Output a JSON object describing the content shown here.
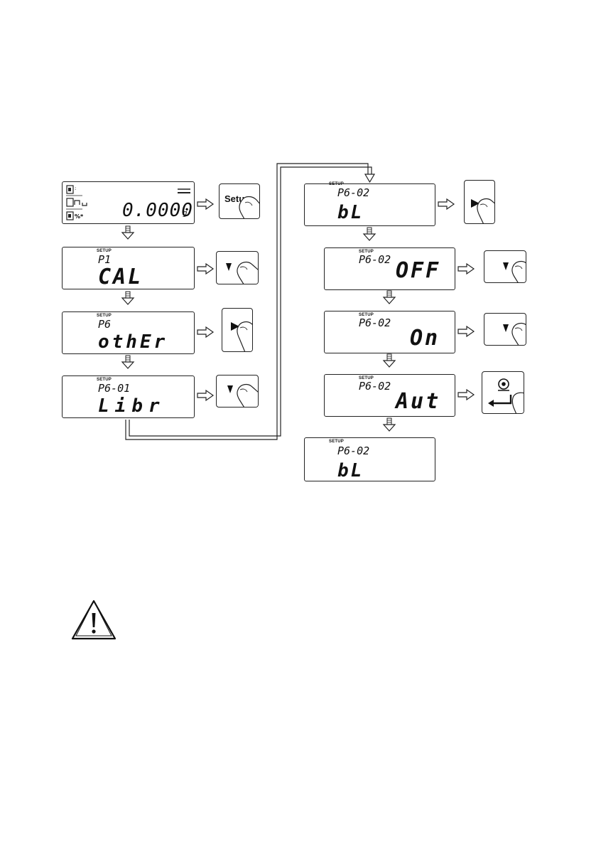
{
  "page": {
    "number": ""
  },
  "weighing_display": {
    "value": "0.0000",
    "unit": "g"
  },
  "displays": [
    {
      "setup": "SETUP",
      "code": "P1",
      "value": "CAL"
    },
    {
      "setup": "SETUP",
      "code": "P6",
      "value": "othEr"
    },
    {
      "setup": "SETUP",
      "code": "P6-01",
      "value": "Libr"
    },
    {
      "setup": "SETUP",
      "code": "P6-02",
      "value": "bL"
    },
    {
      "setup": "SETUP",
      "code": "P6-02",
      "value": "OFF"
    },
    {
      "setup": "SETUP",
      "code": "P6-02",
      "value": "On"
    },
    {
      "setup": "SETUP",
      "code": "P6-02",
      "value": "Aut"
    },
    {
      "setup": "SETUP",
      "code": "P6-02",
      "value": "bL"
    }
  ],
  "keys": {
    "setup_label": "Setu"
  },
  "icons": {
    "enter": "enter-key-icon",
    "down": "down-arrow-key-icon",
    "right": "right-arrow-key-icon",
    "warning": "warning-triangle-icon",
    "finger": "finger-press-icon"
  }
}
